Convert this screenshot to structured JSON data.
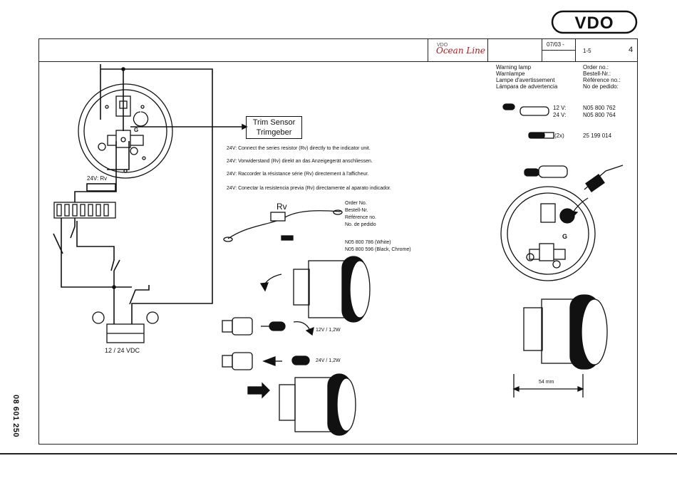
{
  "logo": {
    "brand": "VDO",
    "sub_brand": "VDO",
    "sub_script": "Ocean Line"
  },
  "header": {
    "date": "07/03 -",
    "page_ref": "1-5",
    "page_no": "4"
  },
  "doc_code": "08 601 250",
  "order_table": {
    "labels": [
      "Warning lamp",
      "Warnlampe",
      "Lampe d'avertissement",
      "Lámpara de advertencia"
    ],
    "order_labels": [
      "Order no.:",
      "Bestell-Nr.:",
      "Référence no.:",
      "No de pedido:"
    ],
    "bulbs": [
      {
        "voltage": "12 V:",
        "order": "N05 800 762"
      },
      {
        "voltage": "24 V:",
        "order": "N05 800 764"
      }
    ],
    "socket": {
      "qty": "(2x)",
      "order": "25 199 014"
    }
  },
  "trim_sensor": {
    "line1": "Trim Sensor",
    "line2": "Trimgeber"
  },
  "instructions": [
    "24V: Connect the series resistor (Rv) directly to the indicator unit.",
    "24V: Vorwiderstand (Rv) direkt an das Anzeigegerät anschliessen.",
    "24V: Raccorder la résistance série (Rv) directement à l'afficheur.",
    "24V: Conectar la resistencia previa (Rv) directamente al aparato indicador."
  ],
  "resistor": {
    "symbol": "Rv",
    "order_labels": [
      "Order No.",
      "Bestell-Nr.",
      "Référence no.",
      "No. de pedido"
    ],
    "orders": [
      "N05 800 786 (White)",
      "N05 800 596 (Black, Chrome)"
    ]
  },
  "wiring": {
    "resistor_label": "24V: Rv",
    "supply": "12 / 24 VDC",
    "terminal_g": "G"
  },
  "lamps": [
    {
      "label": "12V / 1,2W"
    },
    {
      "label": "24V / 1,2W"
    }
  ],
  "dimension": {
    "label": "54 mm"
  }
}
